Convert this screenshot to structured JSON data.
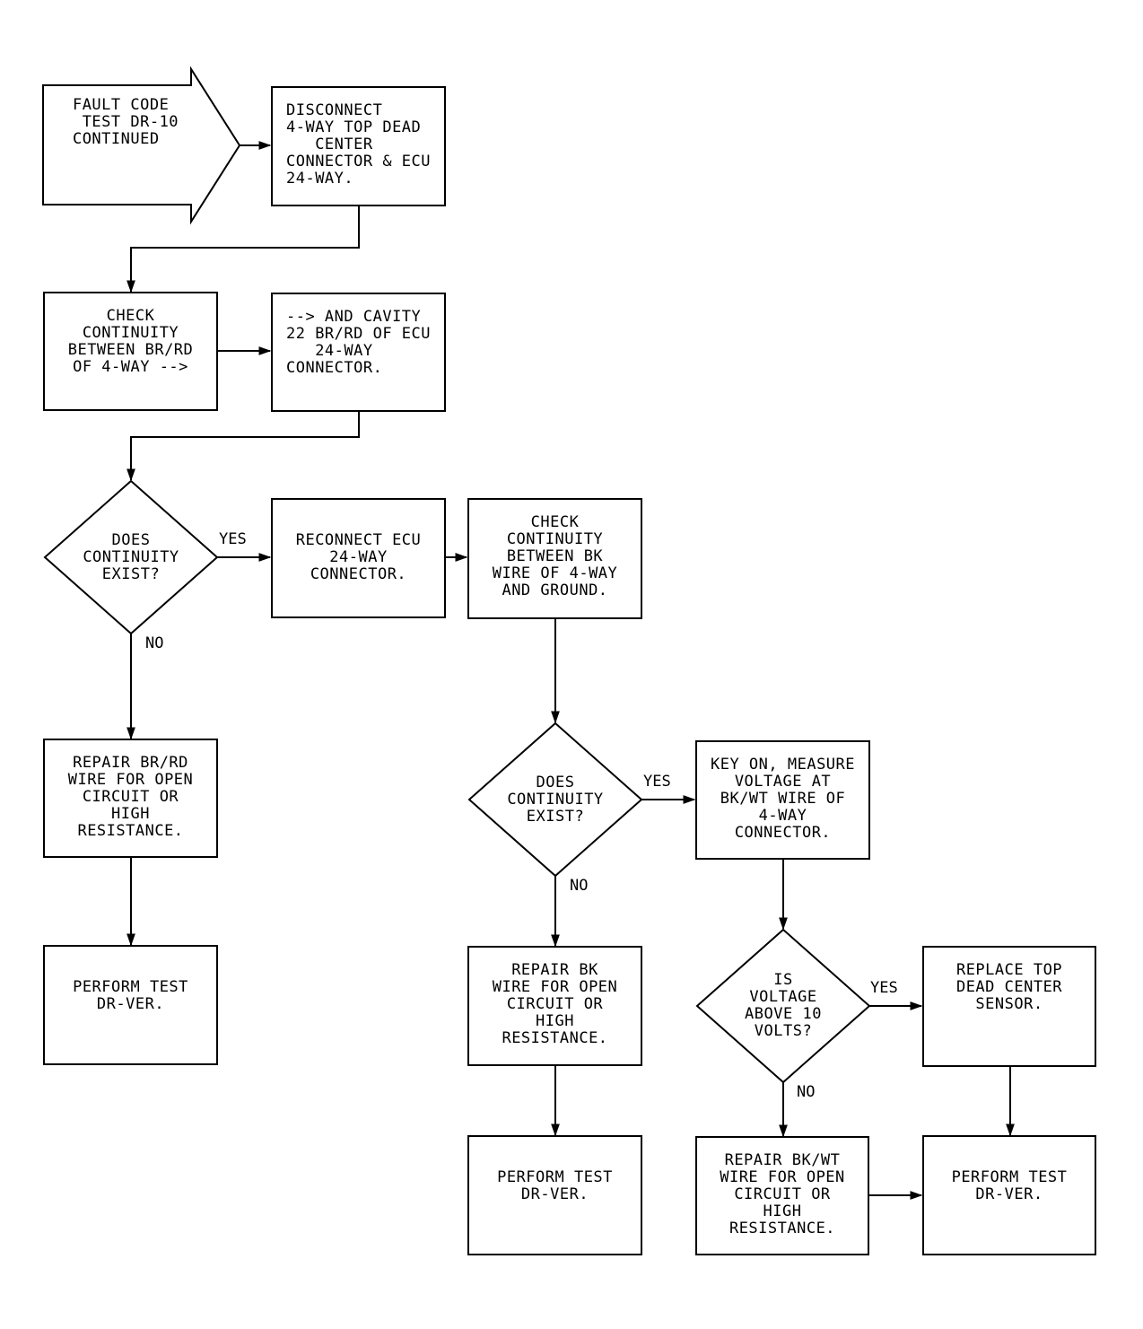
{
  "nodes": {
    "start": "FAULT CODE\n TEST DR-10\nCONTINUED",
    "disconnect": "DISCONNECT\n4-WAY TOP DEAD\n   CENTER\nCONNECTOR & ECU\n24-WAY.",
    "check_continuity_1": "CHECK\nCONTINUITY\nBETWEEN BR/RD\nOF 4-WAY -->",
    "cavity": "--> AND CAVITY\n22 BR/RD OF ECU\n   24-WAY\nCONNECTOR.",
    "decision_1": "DOES\nCONTINUITY\nEXIST?",
    "reconnect": "RECONNECT ECU\n24-WAY\nCONNECTOR.",
    "check_continuity_2": "CHECK\nCONTINUITY\nBETWEEN BK\nWIRE OF 4-WAY\nAND GROUND.",
    "repair_br_rd": "REPAIR BR/RD\nWIRE FOR OPEN\nCIRCUIT OR\nHIGH\nRESISTANCE.",
    "perform_1": "PERFORM TEST\nDR-VER.",
    "decision_2": "DOES\nCONTINUITY\nEXIST?",
    "key_on": "KEY ON, MEASURE\nVOLTAGE AT\nBK/WT WIRE OF\n4-WAY\nCONNECTOR.",
    "repair_bk": "REPAIR BK\nWIRE FOR OPEN\nCIRCUIT OR\nHIGH\nRESISTANCE.",
    "perform_2": "PERFORM TEST\nDR-VER.",
    "decision_3": "IS\nVOLTAGE\nABOVE 10\nVOLTS?",
    "replace": "REPLACE TOP\nDEAD CENTER\nSENSOR.",
    "repair_bk_wt": "REPAIR BK/WT\nWIRE FOR OPEN\nCIRCUIT OR\nHIGH\nRESISTANCE.",
    "perform_3": "PERFORM TEST\nDR-VER."
  },
  "labels": {
    "yes_1": "YES",
    "no_1": "NO",
    "yes_2": "YES",
    "no_2": "NO",
    "yes_3": "YES",
    "no_3": "NO"
  }
}
